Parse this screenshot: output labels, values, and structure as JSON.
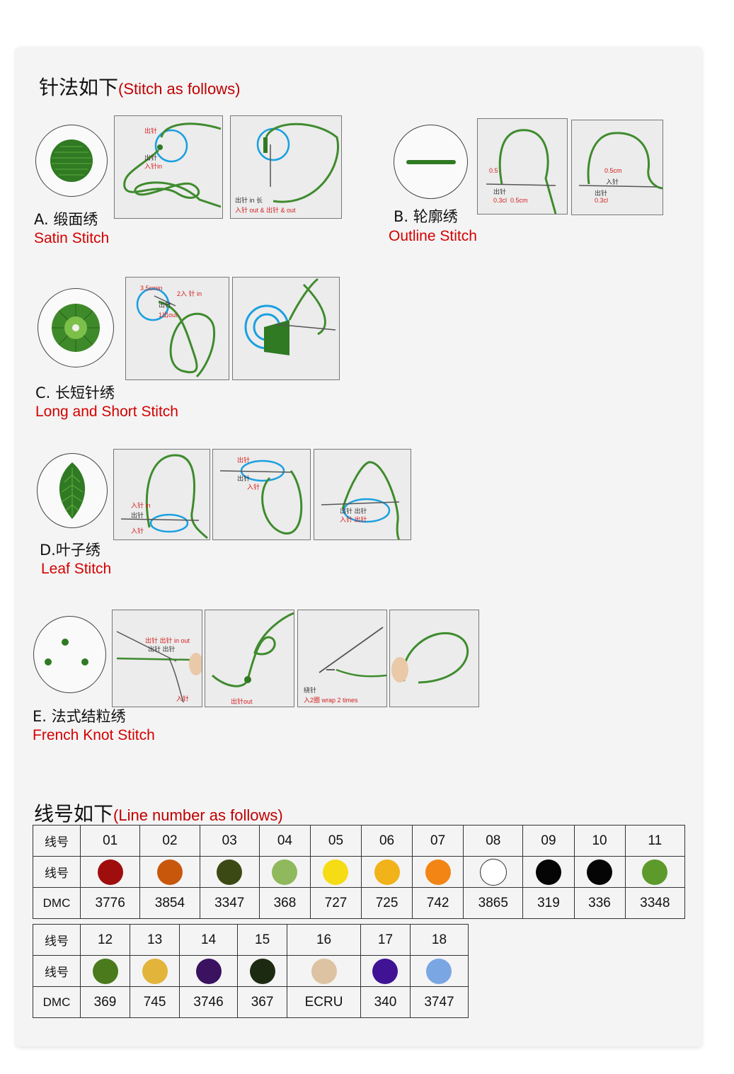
{
  "stitch_section": {
    "title_cn": "针法如下",
    "title_en": "(Stitch as follows)"
  },
  "stitches": {
    "a": {
      "cn": "A. 缎面绣",
      "en": "Satin Stitch",
      "notes": {
        "p1a": "出针",
        "p1b": "出针",
        "p1c": "入针in",
        "p2a": "出针 in 长",
        "p2b": "入针 out & 出针 & out"
      }
    },
    "b": {
      "cn": "B. 轮廓绣",
      "en": "Outline Stitch",
      "notes": {
        "p1a": "0.5",
        "p1b": "出针",
        "p1c": "0.3cl",
        "p1d": "0.5cm",
        "p2a": "0.5cm",
        "p2b": "入针",
        "p2c": "出针",
        "p2d": "0.3cl"
      }
    },
    "c": {
      "cn": "C. 长短针绣",
      "en": "Long and Short Stitch",
      "notes": {
        "p1a": "3.5cmin",
        "p1b": "2入 针 in",
        "p1c": "出针",
        "p1d": "1出out"
      }
    },
    "d": {
      "cn": "D.叶子绣",
      "en": "Leaf Stitch",
      "notes": {
        "p1a": "入针 in",
        "p1b": "出针",
        "p1c": "入针",
        "p2a": "出针",
        "p2b": "出针",
        "p2c": "入针",
        "p3a": "出针 出针",
        "p3b": "入针 出针"
      }
    },
    "e": {
      "cn": "E. 法式结粒绣",
      "en": "French Knot Stitch",
      "notes": {
        "p1a": "出针 出针 in out",
        "p1b": "出针 出针",
        "p1c": "入针",
        "p2a": "出针out",
        "p3a": "绕针",
        "p3b": "入2圈 wrap 2 times"
      }
    }
  },
  "thread_section": {
    "title_cn": "线号如下",
    "title_en": "(Line number as follows)"
  },
  "row_labels": {
    "number": "线号",
    "color": "线号",
    "dmc": "DMC"
  },
  "threads_row1": [
    {
      "no": "01",
      "dmc": "3776",
      "color": "#a00d0d"
    },
    {
      "no": "02",
      "dmc": "3854",
      "color": "#c8570c"
    },
    {
      "no": "03",
      "dmc": "3347",
      "color": "#3b4a14"
    },
    {
      "no": "04",
      "dmc": "368",
      "color": "#8fb95c"
    },
    {
      "no": "05",
      "dmc": "727",
      "color": "#f5dc14"
    },
    {
      "no": "06",
      "dmc": "725",
      "color": "#f1b21a"
    },
    {
      "no": "07",
      "dmc": "742",
      "color": "#f28513"
    },
    {
      "no": "08",
      "dmc": "3865",
      "color": "#ffffff"
    },
    {
      "no": "09",
      "dmc": "319",
      "color": "#050505"
    },
    {
      "no": "10",
      "dmc": "336",
      "color": "#050505"
    },
    {
      "no": "11",
      "dmc": "3348",
      "color": "#5c9a2c"
    }
  ],
  "threads_row2": [
    {
      "no": "12",
      "dmc": "369",
      "color": "#4a7a1c"
    },
    {
      "no": "13",
      "dmc": "745",
      "color": "#e2b43a"
    },
    {
      "no": "14",
      "dmc": "3746",
      "color": "#3a1260"
    },
    {
      "no": "15",
      "dmc": "367",
      "color": "#1d2a12"
    },
    {
      "no": "16",
      "dmc": "ECRU",
      "color": "#ddc3a2"
    },
    {
      "no": "17",
      "dmc": "340",
      "color": "#3f1394"
    },
    {
      "no": "18",
      "dmc": "3747",
      "color": "#7aa6e4"
    }
  ],
  "colors": {
    "accent_red": "#d40000",
    "thread_green": "#3f8b2e",
    "guide_blue": "#1aa0e0"
  }
}
